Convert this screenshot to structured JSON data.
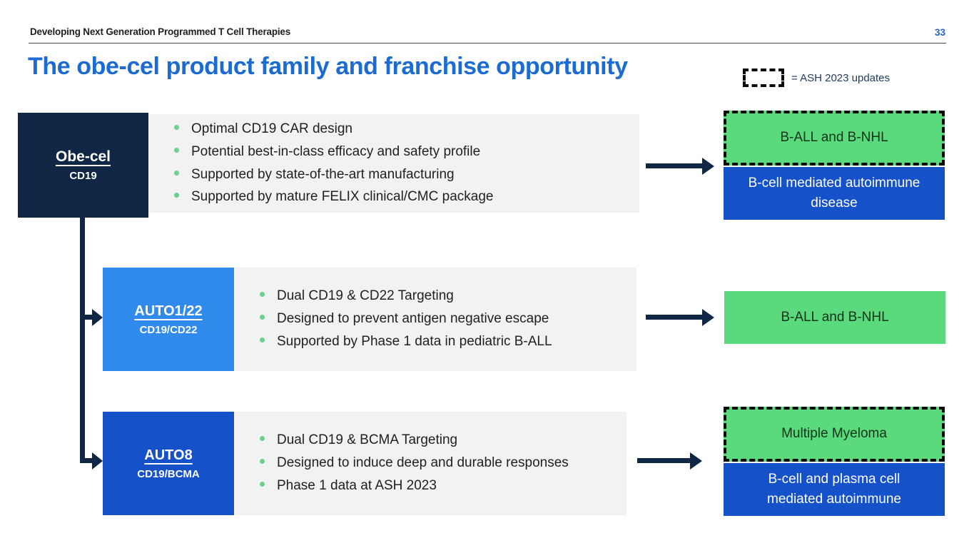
{
  "page": {
    "header": "Developing Next Generation Programmed T Cell Therapies",
    "page_number": "33",
    "title": "The obe-cel product family and franchise opportunity",
    "legend_label": "= ASH 2023 updates"
  },
  "colors": {
    "navy": "#0f2644",
    "bright_blue": "#2f8aec",
    "royal_blue": "#1551c8",
    "green": "#5bd97d",
    "green_text": "#0d3318",
    "panel_gray": "#f2f2f2",
    "title_blue": "#1c6bd2",
    "bullet_green": "#6ecf8c"
  },
  "rows": [
    {
      "product": {
        "name": "Obe-cel",
        "target": "CD19"
      },
      "bullets": [
        "Optimal CD19 CAR design",
        "Potential best-in-class efficacy and safety profile",
        "Supported by state-of-the-art manufacturing",
        "Supported by mature FELIX clinical/CMC package"
      ],
      "outcome_primary": "B-ALL and B-NHL",
      "outcome_secondary": "B-cell mediated autoimmune disease"
    },
    {
      "product": {
        "name": "AUTO1/22",
        "target": "CD19/CD22"
      },
      "bullets": [
        "Dual CD19 & CD22 Targeting",
        "Designed to prevent antigen negative escape",
        "Supported by Phase 1 data in pediatric B-ALL"
      ],
      "outcome_primary": "B-ALL and B-NHL"
    },
    {
      "product": {
        "name": "AUTO8",
        "target": "CD19/BCMA"
      },
      "bullets": [
        "Dual CD19 & BCMA Targeting",
        "Designed to induce deep and durable responses",
        "Phase 1 data at ASH 2023"
      ],
      "outcome_primary": "Multiple Myeloma",
      "outcome_secondary": "B-cell and plasma cell mediated autoimmune"
    }
  ]
}
